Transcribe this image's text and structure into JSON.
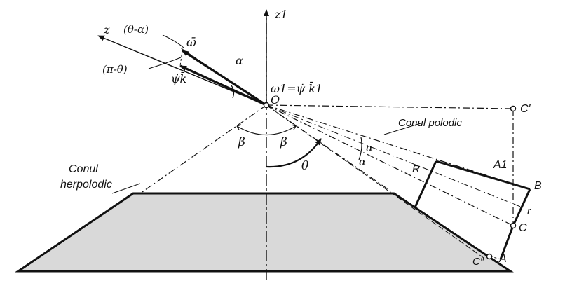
{
  "diagram": {
    "labels": {
      "z": "z",
      "theta_minus_alpha": "(θ-α)",
      "omega_vec": "ω̄",
      "pi_minus_theta": "(π-θ)",
      "psi_dot_k": "ψ̇k̄",
      "alpha_top": "α",
      "z1": "z1",
      "omega1_eq": "ω1=ψ̇ k̄1",
      "origin": "O",
      "c_prime": "C′",
      "conul_polodic": "Conul polodic",
      "beta_left": "β",
      "beta_right": "β",
      "theta": "θ",
      "alpha_right_1": "α",
      "alpha_right_2": "α",
      "R": "R",
      "A1": "A1",
      "B": "B",
      "r": "r",
      "C": "C",
      "C_double_prime": "C″",
      "A": "A",
      "conul": "Conul",
      "herpolodic": "herpolodic"
    },
    "colors": {
      "ink": "#111111",
      "plane_fill": "#d9d9d9",
      "background": "#ffffff"
    }
  }
}
